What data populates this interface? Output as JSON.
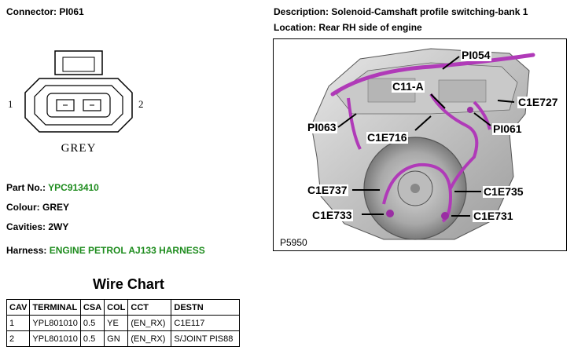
{
  "connector": {
    "label": "Connector:",
    "value": "PI061",
    "pin_left": "1",
    "pin_right": "2",
    "color_caption": "GREY"
  },
  "description": {
    "label": "Description:",
    "value": "Solenoid-Camshaft profile switching-bank 1"
  },
  "location": {
    "label": "Location:",
    "value": "Rear RH side of engine"
  },
  "part_no": {
    "label": "Part No.:",
    "value": "YPC913410"
  },
  "colour": {
    "label": "Colour:",
    "value": "GREY"
  },
  "cavities": {
    "label": "Cavities:",
    "value": "2WY"
  },
  "harness": {
    "label": "Harness:",
    "value": "ENGINE PETROL AJ133 HARNESS"
  },
  "accent_color": "#1e8c1e",
  "figure": {
    "code": "P5950",
    "callouts": [
      "PI054",
      "C11-A",
      "C1E727",
      "PI063",
      "C1E716",
      "PI061",
      "C1E737",
      "C1E735",
      "C1E733",
      "C1E731"
    ]
  },
  "wire_chart": {
    "title": "Wire Chart",
    "headers": [
      "CAV",
      "TERMINAL",
      "CSA",
      "COL",
      "CCT",
      "DESTN"
    ],
    "rows": [
      [
        "1",
        "YPL801010",
        "0.5",
        "YE",
        "(EN_RX)",
        "C1E117"
      ],
      [
        "2",
        "YPL801010",
        "0.5",
        "GN",
        "(EN_RX)",
        "S/JOINT PIS88"
      ]
    ]
  }
}
